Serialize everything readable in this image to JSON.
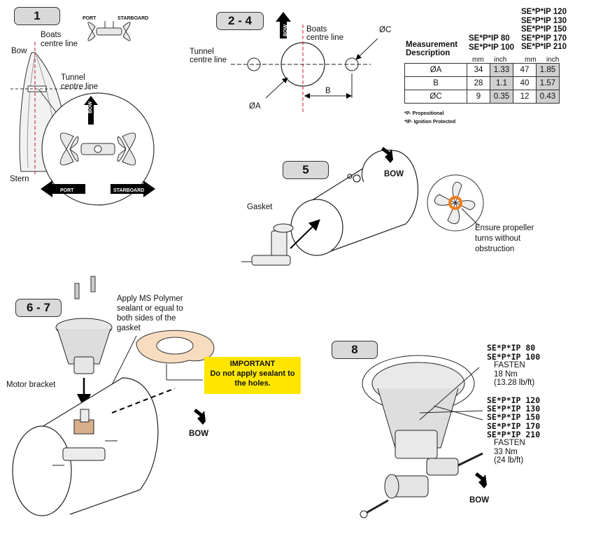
{
  "steps": {
    "s1": "1",
    "s2": "2 - 4",
    "s3": "5",
    "s4": "6 - 7",
    "s5": "8"
  },
  "step1": {
    "port": "PORT",
    "starboard": "STARBOARD",
    "boats_centre_line": [
      "Boats",
      "centre line"
    ],
    "bow": "Bow",
    "tunnel_centre_line": [
      "Tunnel",
      "centre line"
    ],
    "stern": "Stern",
    "bow_arrow": "BOW",
    "port_arrow": "PORT",
    "starboard_arrow": "STARBOARD"
  },
  "step2": {
    "bow_arrow": "BOW",
    "boats_centre_line": [
      "Boats",
      "centre line"
    ],
    "tunnel_centre_line": [
      "Tunnel",
      "centre line"
    ],
    "dia_a": "ØA",
    "dia_c": "ØC",
    "b": "B"
  },
  "table": {
    "desc": [
      "Measurement",
      "Description"
    ],
    "group1": [
      "SE*P*IP 80",
      "SE*P*IP 100"
    ],
    "group2": [
      "SE*P*IP 120",
      "SE*P*IP 130",
      "SE*P*IP 150",
      "SE*P*IP 170",
      "SE*P*IP 210"
    ],
    "units": [
      "mm",
      "inch",
      "mm",
      "inch"
    ],
    "rows": [
      {
        "label": "ØA",
        "v": [
          "34",
          "1.33",
          "47",
          "1.85"
        ]
      },
      {
        "label": "B",
        "v": [
          "28",
          "1.1",
          "40",
          "1.57"
        ]
      },
      {
        "label": "ØC",
        "v": [
          "9",
          "0.35",
          "12",
          "0.43"
        ]
      }
    ],
    "notes": [
      "*P- Propositional",
      "*IP- Ignition Protected"
    ]
  },
  "step5": {
    "bow": "BOW",
    "gasket": "Gasket",
    "ensure": [
      "Ensure propeller",
      "turns without",
      "obstruction"
    ]
  },
  "step67": {
    "apply": [
      "Apply MS Polymer",
      "sealant or equal to",
      "both sides of the",
      "gasket"
    ],
    "motor_bracket": "Motor bracket",
    "important_title": "IMPORTANT",
    "important_body": [
      "Do not apply sealant to",
      "the holes."
    ],
    "bow": "BOW"
  },
  "step8": {
    "g1_models": [
      "SE*P*IP 80",
      "SE*P*IP 100"
    ],
    "g1_fasten": [
      "FASTEN",
      "18 Nm",
      "(13.28 lb/ft)"
    ],
    "g2_models": [
      "SE*P*IP 120",
      "SE*P*IP 130",
      "SE*P*IP 150",
      "SE*P*IP 170",
      "SE*P*IP 210"
    ],
    "g2_fasten": [
      "FASTEN",
      "33 Nm",
      "(24 lb/ft)"
    ],
    "bow": "BOW"
  },
  "colors": {
    "centre_line": "#c8102e",
    "ensure_orange": "#f07d1a",
    "important_bg": "#ffe600",
    "badge_bg": "#d9d9d9",
    "table_grey": "#d0d0d0"
  }
}
